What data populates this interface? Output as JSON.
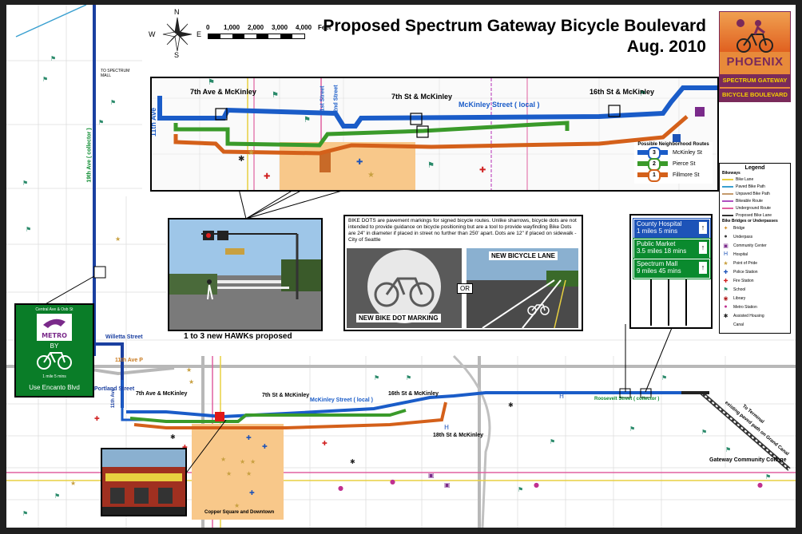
{
  "title": {
    "line1": "Proposed Spectrum Gateway Bicycle Boulevard",
    "line2": "Aug. 2010"
  },
  "scale": {
    "ticks": [
      "0",
      "1,000",
      "2,000",
      "3,000",
      "4,000"
    ],
    "unit": "Feet"
  },
  "compass": {
    "n": "N",
    "s": "S",
    "e": "E",
    "w": "W"
  },
  "logo": {
    "city": "PHOENIX",
    "line1": "SPECTRUM GATEWAY",
    "line2": "BICYCLE BOULEVARD"
  },
  "inset": {
    "labels": {
      "seventh_mckinley": "7th Ave & McKinley",
      "seventh_st_mckinley": "7th St & McKinley",
      "sixteenth_mckinley": "16th St & McKinley",
      "mckinley_street": "McKinley Street ( local )",
      "eleventh_ave": "11th Ave",
      "first_street": "1st Street",
      "second_street": "2nd Street"
    },
    "route_legend": {
      "title": "Possible Neighborhood Routes",
      "routes": [
        {
          "num": "3",
          "name": "McKinley St",
          "color": "#1a5cc8"
        },
        {
          "num": "2",
          "name": "Pierce St",
          "color": "#3a9a2a"
        },
        {
          "num": "1",
          "name": "Fillmore St",
          "color": "#d4601a"
        }
      ]
    }
  },
  "hawk": {
    "caption": "1 to 3 new HAWKs proposed"
  },
  "bike_dots": {
    "text": "BIKE DOTS are pavement markings for signed bicycle routes.  Unlike sharrows, bicycle dots are not intended to provide guidance on bicycle positioning but are a tool to provide wayfinding Bike Dots are 24\" in diameter if placed in street no further than 250' apart. Dots are 12\" if placed on sidewalk - City of Seattle",
    "dot_label": "NEW BIKE DOT MARKING",
    "or_label": "OR",
    "lane_label": "NEW BICYCLE LANE"
  },
  "wayfinding": [
    {
      "dest": "County Hospital",
      "detail": "1 miles 5 mins",
      "color": "#1d53b8"
    },
    {
      "dest": "Public Market",
      "detail": "3.5 miles 18 mins",
      "color": "#0a8a2e"
    },
    {
      "dest": "Spectrum Mall",
      "detail": "9 miles 45 mins",
      "color": "#0a8a2e"
    }
  ],
  "legend": {
    "title": "Legend",
    "bikeways_title": "Bikeways",
    "bikeways": [
      {
        "name": "Bike Lane",
        "color": "#e8d040"
      },
      {
        "name": "Paved Bike Path",
        "color": "#3aa0d0"
      },
      {
        "name": "Unpaved Bike Path",
        "color": "#c49a6c"
      },
      {
        "name": "Bikeable Route",
        "color": "#b050c0"
      },
      {
        "name": "Underground Route",
        "color": "#e060a0"
      },
      {
        "name": "Proposed Bike Lane",
        "color": "#333333"
      }
    ],
    "bridges_title": "Bike Bridges or Underpasses",
    "items": [
      {
        "name": "Bridge",
        "icon": "bridge-icon",
        "glyph": "✦",
        "color": "#d08a20"
      },
      {
        "name": "Underpass",
        "icon": "underpass-icon",
        "glyph": "●",
        "color": "#3a3a3a"
      },
      {
        "name": "Community Center",
        "icon": "community-center-icon",
        "glyph": "▣",
        "color": "#7a2a8a"
      },
      {
        "name": "Hospital",
        "icon": "hospital-icon",
        "glyph": "H",
        "color": "#1d53b8"
      },
      {
        "name": "Point of Pride",
        "icon": "star-icon",
        "glyph": "★",
        "color": "#c8a040"
      },
      {
        "name": "Police Station",
        "icon": "police-icon",
        "glyph": "✚",
        "color": "#1d53b8"
      },
      {
        "name": "Fire Station",
        "icon": "fire-icon",
        "glyph": "✚",
        "color": "#d02020"
      },
      {
        "name": "School",
        "icon": "school-icon",
        "glyph": "⚑",
        "color": "#2a8a6a"
      },
      {
        "name": "Library",
        "icon": "library-icon",
        "glyph": "◉",
        "color": "#b02020"
      },
      {
        "name": "Metro Station",
        "icon": "metro-icon",
        "glyph": "●",
        "color": "#c03090"
      },
      {
        "name": "Assisted Housing",
        "icon": "housing-icon",
        "glyph": "✱",
        "color": "#222222"
      },
      {
        "name": "Canal",
        "icon": "canal-icon",
        "glyph": "",
        "color": "#555555"
      }
    ]
  },
  "metro_sign": {
    "header": "Central Ave & Osb St",
    "logo": "METRO",
    "by": "BY",
    "dist": "1 mile  5 mins",
    "action": "Use Encanto Blvd"
  },
  "main_map": {
    "to_spectrum_mall": "TO SPECTRUM MALL",
    "nineteenth_ave": "19th Ave ( collector )",
    "willetta": "Willetta Street",
    "eleventh_ave_label": "11th Ave",
    "eleventh_ave_p": "11th Ave P",
    "portland": "Portland Street",
    "seventh_mckinley": "7th Ave & McKinley",
    "seventh_st_mckinley": "7th St & McKinley",
    "mckinley_local": "McKinley Street ( local )",
    "sixteenth_mckinley": "16th St & McKinley",
    "eighteenth_mckinley": "18th St & McKinley",
    "roosevelt": "Roosevelt Street ( collector )",
    "to_terminal": "To Terminal",
    "grand_canal": "existing paved path on Grand Canal",
    "gateway_cc": "Gateway Community College",
    "copper_square": "Copper Square and Downtown"
  }
}
